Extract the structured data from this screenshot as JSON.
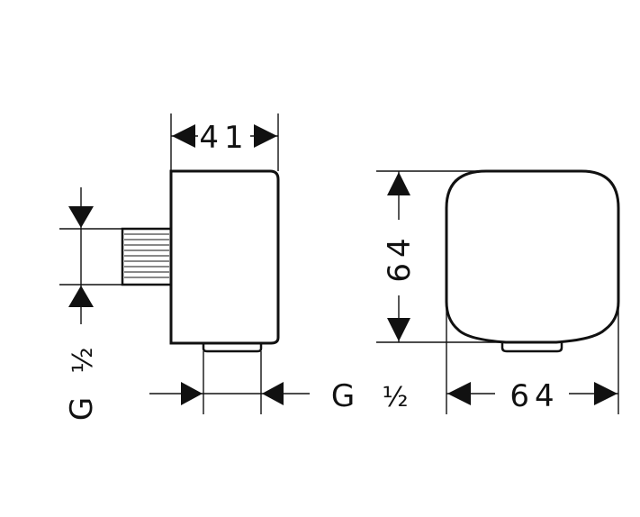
{
  "labels": {
    "side_width": "41",
    "front_height": "64",
    "front_width": "64",
    "thread_left_g": "G",
    "thread_left_frac": "½",
    "thread_bottom_g": "G",
    "thread_bottom_frac": "½"
  },
  "colors": {
    "line": "#111111",
    "background": "#ffffff"
  }
}
